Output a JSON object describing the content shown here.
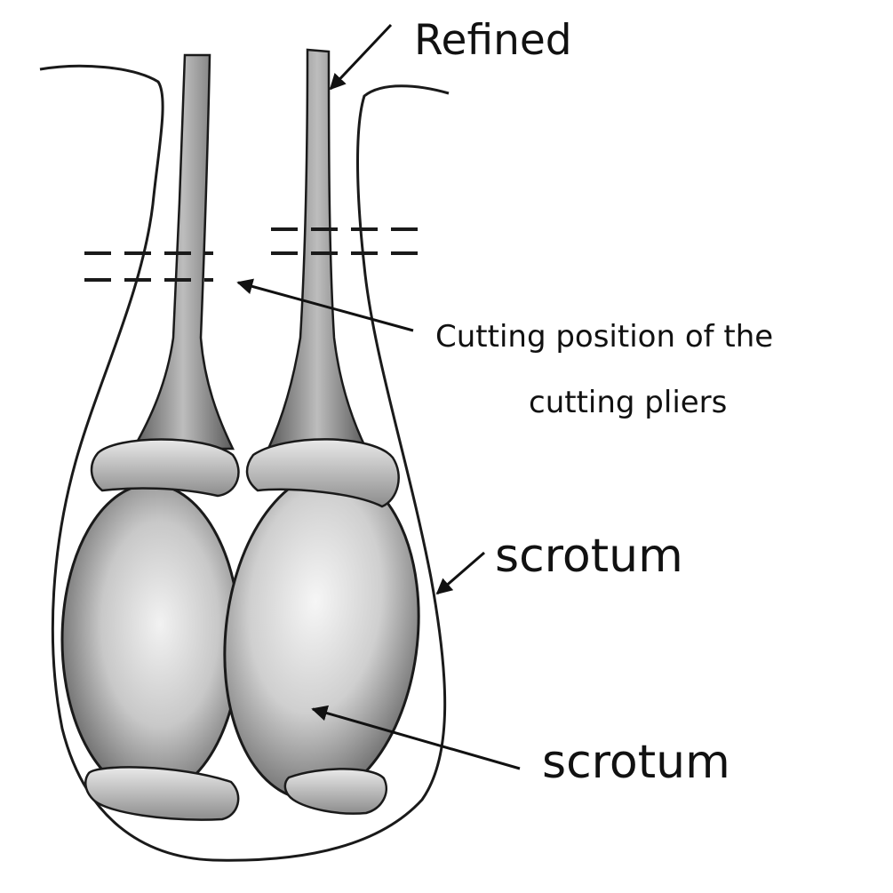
{
  "labels": {
    "refined": "Refined",
    "cutting_line1": "Cutting position of the",
    "cutting_line2": "cutting pliers",
    "scrotum_outer": "scrotum",
    "scrotum_inner": "scrotum"
  },
  "colors": {
    "ink": "#1a1a1a",
    "shade_dark": "#6b6b6b",
    "shade_mid": "#a3a3a3",
    "shade_light": "#e2e2e2",
    "background": "#ffffff"
  }
}
